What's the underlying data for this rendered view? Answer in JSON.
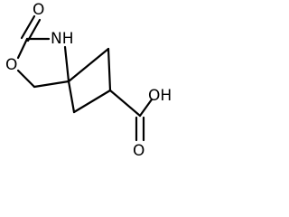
{
  "molecule": {
    "atoms": {
      "carbonyl_oxygen": "O",
      "nitrogen_h": "NH",
      "ring_oxygen": "O",
      "carboxyl_oh": "OH",
      "carboxyl_oxygen": "O"
    },
    "colors": {
      "bond": "#000000",
      "label": "#000000",
      "background": "#ffffff"
    }
  }
}
